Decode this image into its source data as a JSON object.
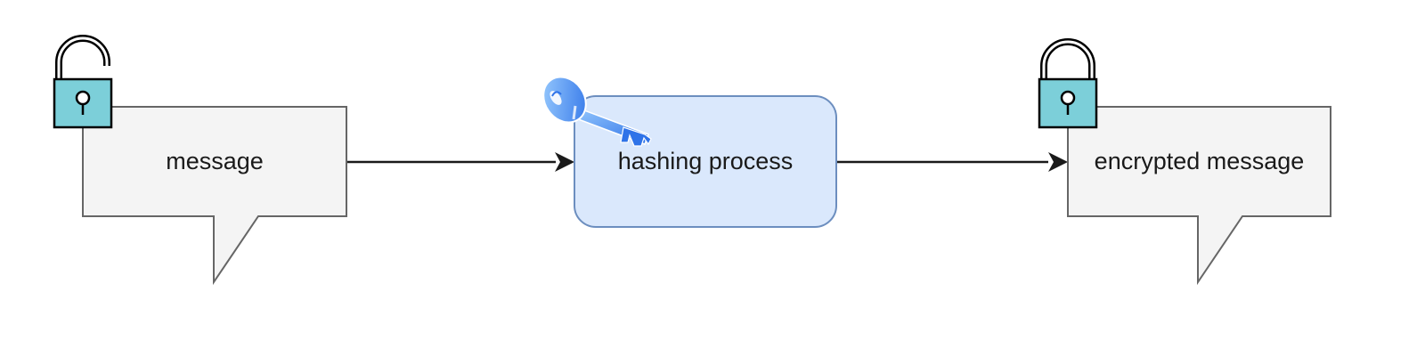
{
  "diagram": {
    "nodes": {
      "source": {
        "label": "message",
        "lock_state": "unlocked",
        "icon": "unlocked-padlock-icon"
      },
      "process": {
        "label": "hashing process",
        "icon": "key-icon"
      },
      "target": {
        "label": "encrypted message",
        "lock_state": "locked",
        "icon": "locked-padlock-icon"
      }
    },
    "edges": [
      {
        "from": "source",
        "to": "process"
      },
      {
        "from": "process",
        "to": "target"
      }
    ],
    "colors": {
      "callout_fill": "#f4f4f4",
      "callout_stroke": "#666666",
      "process_fill": "#dae8fc",
      "process_stroke": "#6c8ebf",
      "lock_body": "#7ccfd9",
      "arrow": "#1a1a1a"
    }
  }
}
